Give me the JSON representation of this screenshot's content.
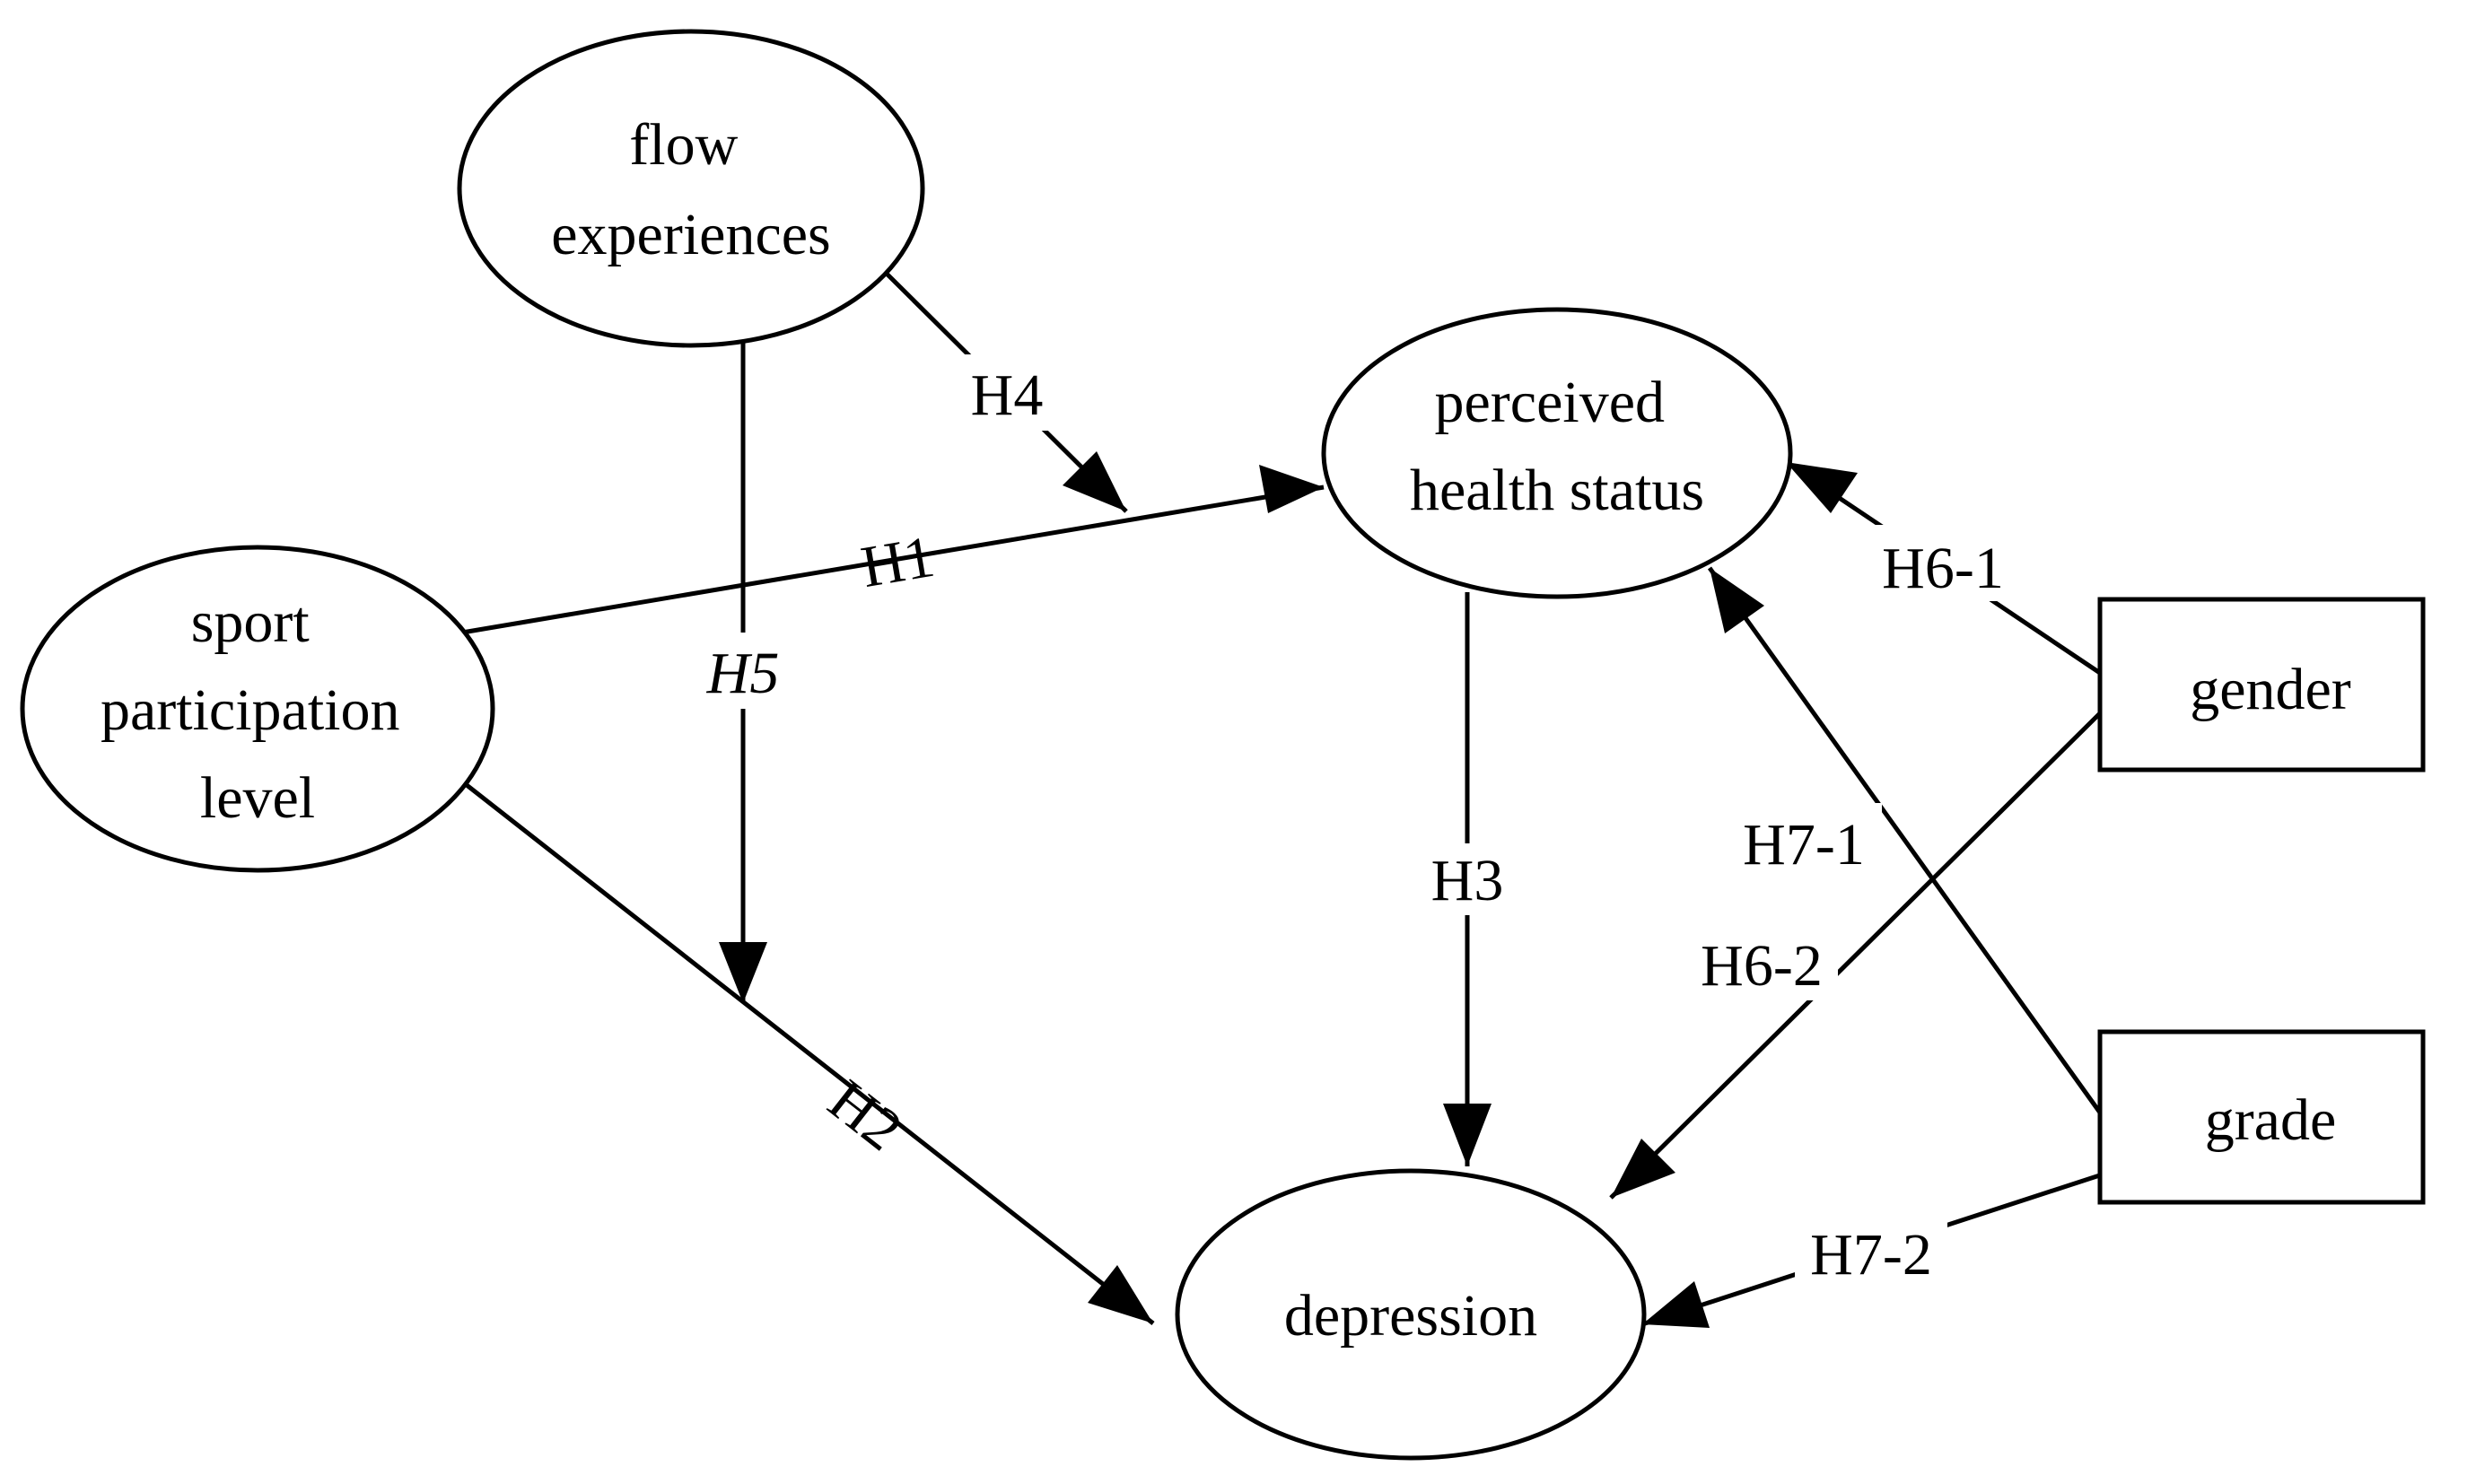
{
  "diagram": {
    "nodes": {
      "flow": {
        "lines": [
          "flow",
          "experiences"
        ]
      },
      "perceived": {
        "lines": [
          "perceived",
          "health status"
        ]
      },
      "sport": {
        "lines": [
          "sport",
          "participation",
          "level"
        ]
      },
      "depression": {
        "lines": [
          "depression"
        ]
      },
      "gender": {
        "lines": [
          "gender"
        ]
      },
      "grade": {
        "lines": [
          "grade"
        ]
      }
    },
    "edges": {
      "h1": "H1",
      "h2": "H2",
      "h3": "H3",
      "h4": "H4",
      "h5": "H5",
      "h6_1": "H6-1",
      "h6_2": "H6-2",
      "h7_1": "H7-1",
      "h7_2": "H7-2"
    }
  }
}
